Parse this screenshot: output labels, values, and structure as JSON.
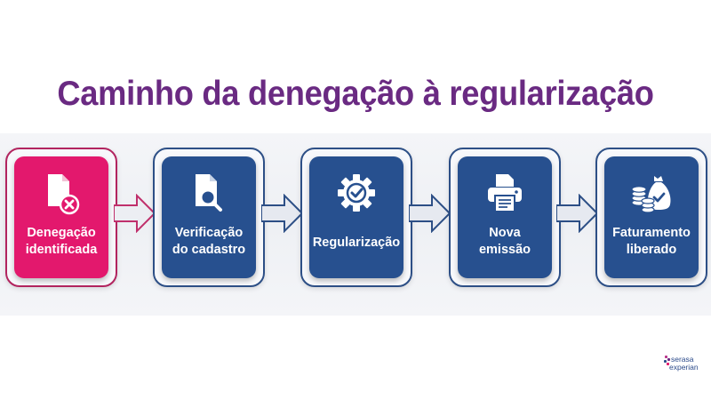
{
  "title": "Caminho da denegação à regularização",
  "colors": {
    "title": "#6a2a82",
    "highlight_step": "#e3186d",
    "step": "#27508f",
    "step_frame": "#2d4f86",
    "highlight_frame": "#b2245f",
    "arrow_fill": "#e6e9f0"
  },
  "steps": [
    {
      "label_line1": "Denegação",
      "label_line2": "identificada",
      "icon": "document-x-icon",
      "highlight": true
    },
    {
      "label_line1": "Verificação",
      "label_line2": "do cadastro",
      "icon": "document-search-icon",
      "highlight": false
    },
    {
      "label_line1": "Regularização",
      "label_line2": "",
      "icon": "gear-check-icon",
      "highlight": false
    },
    {
      "label_line1": "Nova",
      "label_line2": "emissão",
      "icon": "printer-icon",
      "highlight": false
    },
    {
      "label_line1": "Faturamento",
      "label_line2": "liberado",
      "icon": "money-bag-coins-icon",
      "highlight": false
    }
  ],
  "logo": {
    "line1": "serasa",
    "line2": "experian"
  }
}
